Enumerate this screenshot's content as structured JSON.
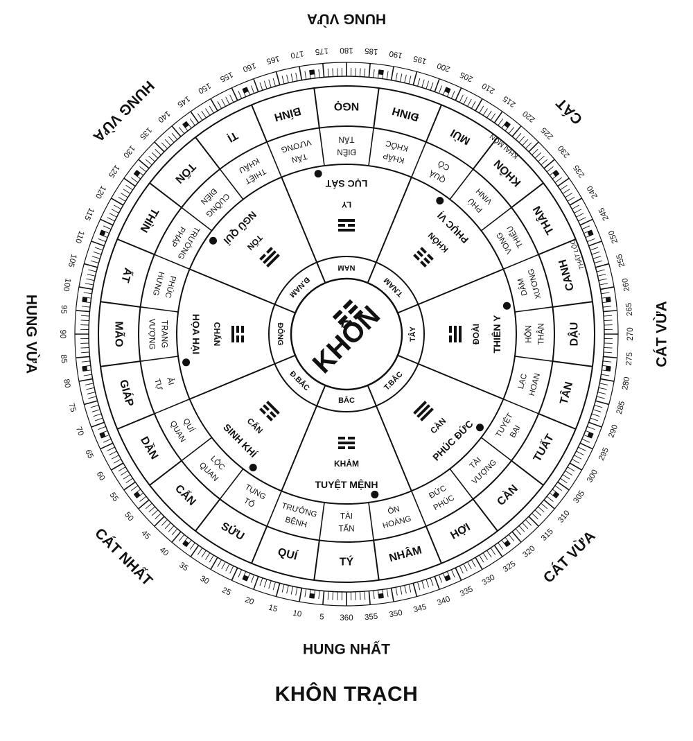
{
  "title": "KHÔN TRẠCH",
  "center": {
    "label": "KHÔN"
  },
  "outer_labels": [
    {
      "text": "HUNG VỪA",
      "angle": 180
    },
    {
      "text": "CÁT",
      "angle": 225
    },
    {
      "text": "CÁT VỪA",
      "angle": 270
    },
    {
      "text": "CÁT VỪA",
      "angle": 315
    },
    {
      "text": "HUNG NHẤT",
      "angle": 0
    },
    {
      "text": "CÁT NHẤT",
      "angle": 45
    },
    {
      "text": "HUNG VỪA",
      "angle": 90
    },
    {
      "text": "HUNG VỪA",
      "angle": 135
    }
  ],
  "degree_labels": [
    5,
    10,
    15,
    20,
    25,
    30,
    35,
    40,
    45,
    50,
    55,
    60,
    65,
    70,
    75,
    80,
    85,
    90,
    95,
    100,
    105,
    110,
    115,
    120,
    125,
    130,
    135,
    140,
    145,
    150,
    155,
    160,
    165,
    170,
    175,
    180,
    185,
    190,
    195,
    200,
    205,
    210,
    215,
    220,
    225,
    230,
    235,
    240,
    245,
    250,
    255,
    260,
    265,
    270,
    275,
    280,
    285,
    290,
    295,
    300,
    305,
    310,
    315,
    320,
    325,
    330,
    335,
    340,
    345,
    350,
    355,
    360
  ],
  "mountains": [
    "TÝ",
    "QUÍ",
    "SỬU",
    "CẤN",
    "DẦN",
    "GIÁP",
    "MÃO",
    "ẤT",
    "THÌN",
    "TỐN",
    "TỊ",
    "BÍNH",
    "NGỌ",
    "ĐINH",
    "MÙI",
    "KHÔN",
    "THÂN",
    "CANH",
    "DẬU",
    "TÂN",
    "TUẤT",
    "CÀN",
    "HỢI",
    "NHÂM"
  ],
  "stars": [
    [
      "TẤN",
      "TÀI"
    ],
    [
      "BỆNH",
      "TRƯỞNG"
    ],
    [
      "TỐ",
      "TỤNG"
    ],
    [
      "QUAN",
      "LỘC"
    ],
    [
      "QUAN",
      "QUÍ"
    ],
    [
      "TỰ",
      "ẢI"
    ],
    [
      "VƯỢNG",
      "TRANG"
    ],
    [
      "HƯNG",
      "PHÚC"
    ],
    [
      "PHÁP",
      "TRƯỜNG"
    ],
    [
      "ĐIÊN",
      "CUỒNG"
    ],
    [
      "KHẨU",
      "THIỆT"
    ],
    [
      "VƯƠNG",
      "TẤN"
    ],
    [
      "TẤN",
      "ĐIỀN"
    ],
    [
      "KHỐC",
      "KHẤP"
    ],
    [
      "CÔ",
      "QUẢ"
    ],
    [
      "VINH",
      "PHÚ"
    ],
    [
      "THIẾU",
      "VONG"
    ],
    [
      "XƯƠNG",
      "DÂM"
    ],
    [
      "THÂN",
      "HÔN"
    ],
    [
      "HOAN",
      "LẠC"
    ],
    [
      "BẠI",
      "TUYỆT"
    ],
    [
      "VƯỢNG",
      "TÀI"
    ],
    [
      "PHÚC",
      "ĐỨC"
    ],
    [
      "HOÀNG",
      "ÔN"
    ]
  ],
  "khai_mon": "KHAI MÔN",
  "vong_loi": "THẤT LỘC",
  "sectors": [
    {
      "angle": 0,
      "star": "TUYỆT MỆNH",
      "trigram": "KHẢM",
      "direction": "BẮC"
    },
    {
      "angle": 45,
      "star": "SINH KHÍ",
      "trigram": "CẤN",
      "direction": "Đ.BẮC"
    },
    {
      "angle": 90,
      "star": "HỌA HẠI",
      "trigram": "CHẤN",
      "direction": "ĐÔNG"
    },
    {
      "angle": 135,
      "star": "NGŨ QUỈ",
      "trigram": "TỐN",
      "direction": "Đ.NAM"
    },
    {
      "angle": 180,
      "star": "LỤC SÁT",
      "trigram": "LY",
      "direction": "NAM"
    },
    {
      "angle": 225,
      "star": "PHỤC VỊ",
      "trigram": "KHÔN",
      "direction": "T.NAM"
    },
    {
      "angle": 270,
      "star": "THIÊN Y",
      "trigram": "ĐOÀI",
      "direction": "TÂY"
    },
    {
      "angle": 315,
      "star": "PHÚC ĐỨC",
      "trigram": "CÀN",
      "direction": "T.BẮC"
    }
  ]
}
